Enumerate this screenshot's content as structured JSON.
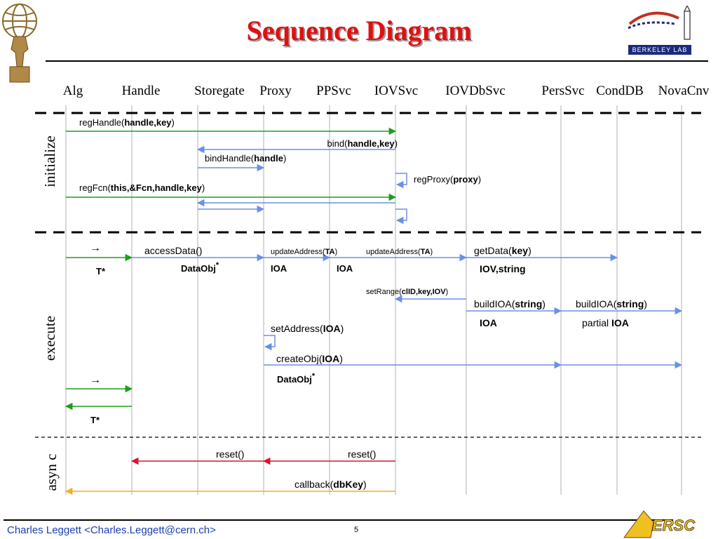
{
  "title": "Sequence Diagram",
  "lifelines": [
    "Alg",
    "Handle",
    "Storegate",
    "Proxy",
    "PPSvc",
    "IOVSvc",
    "IOVDbSvc",
    "PersSvc",
    "CondDB",
    "NovaCnv"
  ],
  "phases": [
    "initialize",
    "execute",
    "asyn c"
  ],
  "messages": {
    "init": {
      "regHandle_prefix": "regHandle(",
      "regHandle_bold": "handle,key",
      "regHandle_suffix": ")",
      "bind_prefix": "bind(",
      "bind_bold": "handle,key",
      "bind_suffix": ")",
      "bindHandle_prefix": "bindHandle(",
      "bindHandle_bold": "handle",
      "bindHandle_suffix": ")",
      "regProxy_prefix": "regProxy(",
      "regProxy_bold": "proxy",
      "regProxy_suffix": ")",
      "regFcn_prefix": "regFcn(",
      "regFcn_bold": "this,&Fcn,handle,key",
      "regFcn_suffix": ")"
    },
    "exec": {
      "arrow_symbol": "→",
      "accessData": "accessData()",
      "updateAddress_prefix": "updateAddress(",
      "updateAddress_bold": "TA",
      "updateAddress_suffix": ")",
      "getData_prefix": "getData(",
      "getData_bold": "key",
      "getData_suffix": ")",
      "tstar": "T*",
      "dataobj": "DataObj",
      "star": "*",
      "ioa": "IOA",
      "iov_string": "IOV,string",
      "setRange_prefix": "setRange(",
      "setRange_bold": "clID,key,IOV",
      "setRange_suffix": ")",
      "buildIOA_prefix": "buildIOA(",
      "buildIOA_bold": "string",
      "buildIOA_suffix": ")",
      "partial": "partial ",
      "setAddress_prefix": "setAddress(",
      "setAddress_bold": "IOA",
      "setAddress_suffix": ")",
      "createObj_prefix": "createObj(",
      "createObj_bold": "IOA",
      "createObj_suffix": ")"
    },
    "asyn": {
      "reset": "reset()",
      "callback_prefix": "callback(",
      "callback_bold": "dbKey",
      "callback_suffix": ")"
    }
  },
  "footer": {
    "author": "Charles Leggett <Charles.Leggett@cern.ch>",
    "page": "5"
  },
  "logos": {
    "lbl_text": "BERKELEY LAB",
    "nersc_text": "ERSC"
  },
  "colors": {
    "title": "#e01010",
    "init_arrow": "#1aa01a",
    "exec_arrow": "#6b8fe8",
    "reset_arrow": "#e01030",
    "callback_arrow": "#f0b020",
    "footer": "#1a3fb0"
  }
}
